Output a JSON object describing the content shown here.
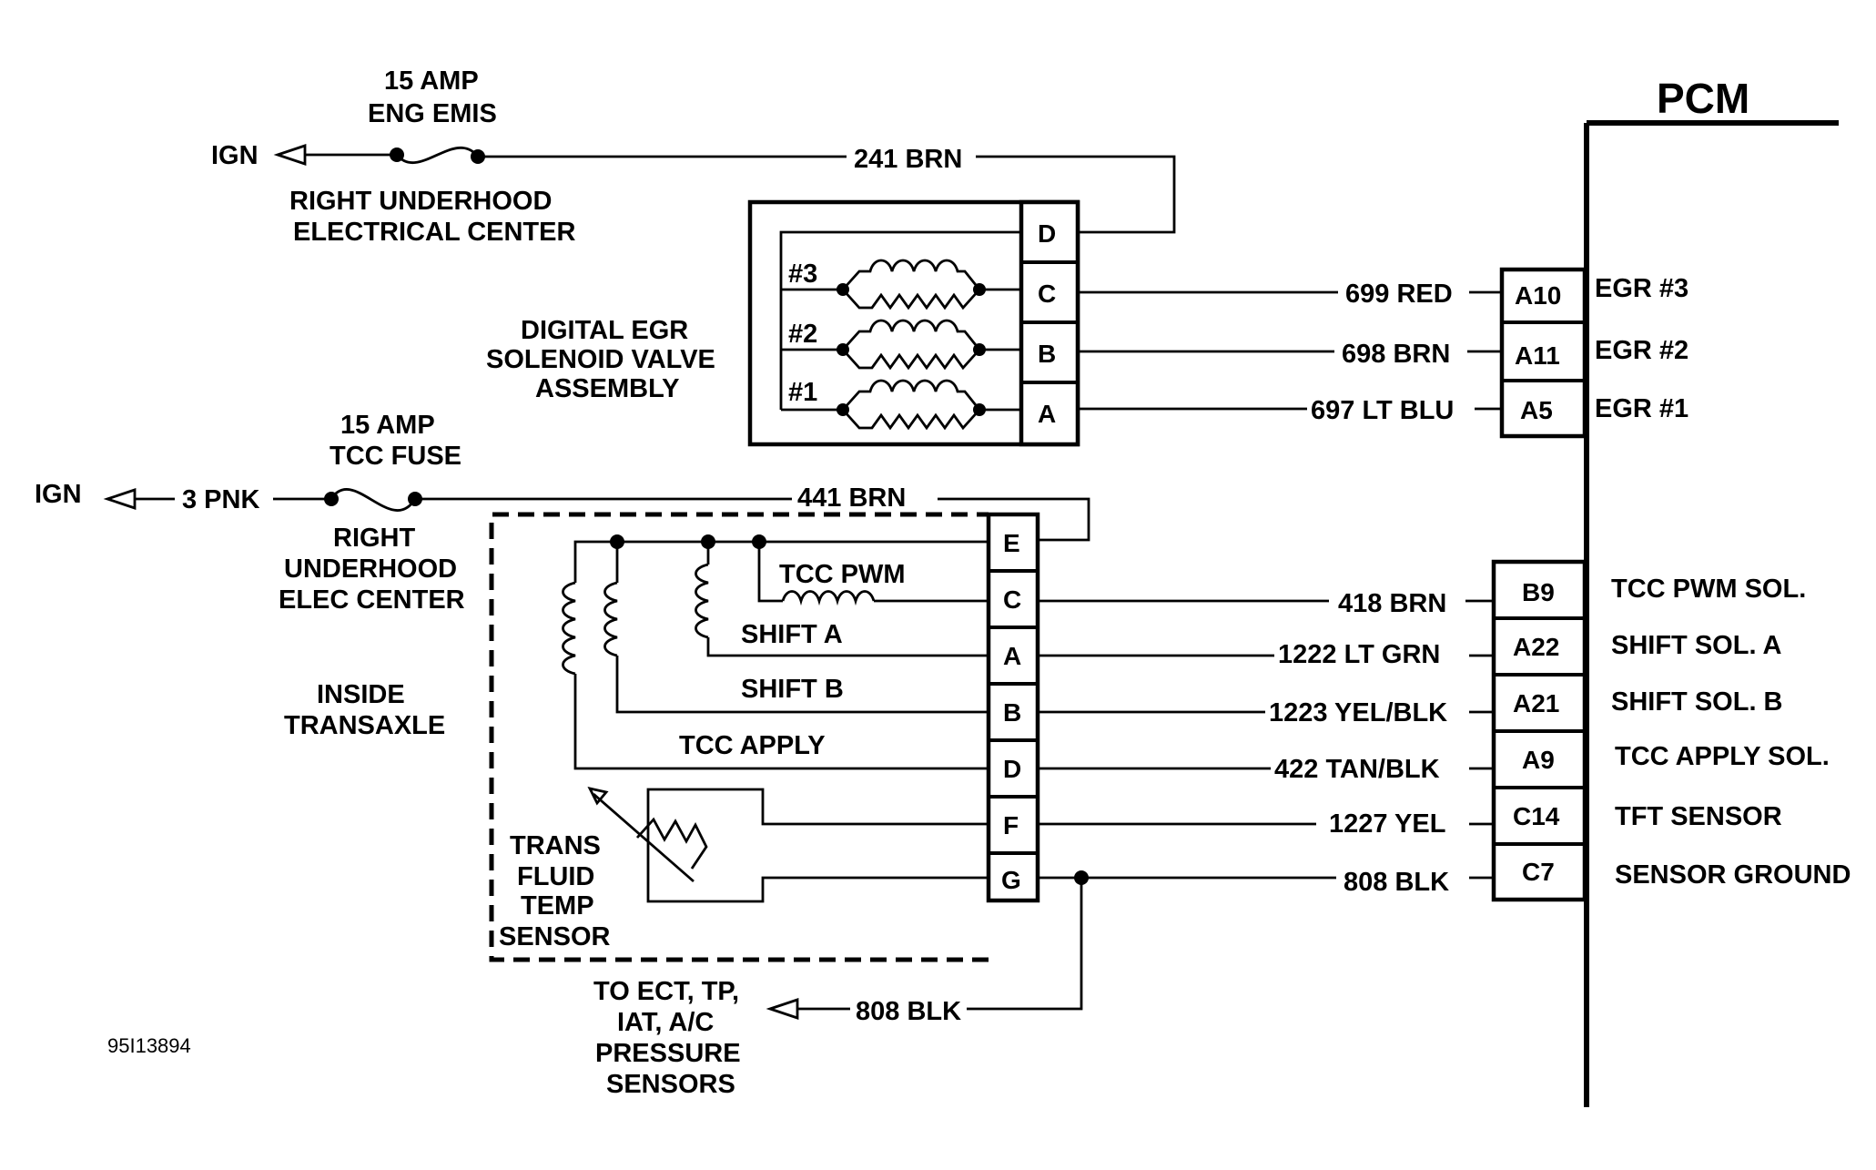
{
  "pcm": {
    "title": "PCM",
    "terminals": [
      {
        "pin": "A10",
        "function": "EGR #3"
      },
      {
        "pin": "A11",
        "function": "EGR #2"
      },
      {
        "pin": "A5",
        "function": "EGR #1"
      },
      {
        "pin": "B9",
        "function": "TCC PWM SOL."
      },
      {
        "pin": "A22",
        "function": "SHIFT SOL. A"
      },
      {
        "pin": "A21",
        "function": "SHIFT SOL. B"
      },
      {
        "pin": "A9",
        "function": "TCC APPLY SOL."
      },
      {
        "pin": "C14",
        "function": "TFT SENSOR"
      },
      {
        "pin": "C7",
        "function": "SENSOR GROUND"
      }
    ]
  },
  "fuses": {
    "egr": {
      "line1": "15 AMP",
      "line2": "ENG EMIS",
      "loc1": "RIGHT UNDERHOOD",
      "loc2": "ELECTRICAL CENTER",
      "source": "IGN"
    },
    "tcc": {
      "line1": "15 AMP",
      "line2": "TCC FUSE",
      "loc1": "RIGHT",
      "loc2": "UNDERHOOD",
      "loc3": "ELEC CENTER",
      "source": "IGN"
    }
  },
  "egr_assembly": {
    "label1": "DIGITAL EGR",
    "label2": "SOLENOID VALVE",
    "label3": "ASSEMBLY",
    "pins": [
      "D",
      "C",
      "B",
      "A"
    ],
    "solenoids": [
      "#3",
      "#2",
      "#1"
    ]
  },
  "transaxle": {
    "label1": "INSIDE",
    "label2": "TRANSAXLE",
    "pins": [
      "E",
      "C",
      "A",
      "B",
      "D",
      "F",
      "G"
    ],
    "components": {
      "pwm": "TCC PWM",
      "shift_a": "SHIFT A",
      "shift_b": "SHIFT B",
      "apply": "TCC  APPLY"
    },
    "sensor": {
      "line1": "TRANS",
      "line2": "FLUID",
      "line3": "TEMP",
      "line4": "SENSOR"
    }
  },
  "wires": {
    "w241": "241 BRN",
    "w699": "699 RED",
    "w698": "698 BRN",
    "w697": "697 LT BLU",
    "w3": "3 PNK",
    "w441": "441 BRN",
    "w418": "418 BRN",
    "w1222": "1222 LT GRN",
    "w1223": "1223 YEL/BLK",
    "w422": "422 TAN/BLK",
    "w1227": "1227 YEL",
    "w808": "808 BLK",
    "w808b": "808 BLK"
  },
  "sensors_note": {
    "line1": "TO ECT, TP,",
    "line2": "IAT, A/C",
    "line3": "PRESSURE",
    "line4": "SENSORS"
  },
  "figure_id": "95I13894"
}
